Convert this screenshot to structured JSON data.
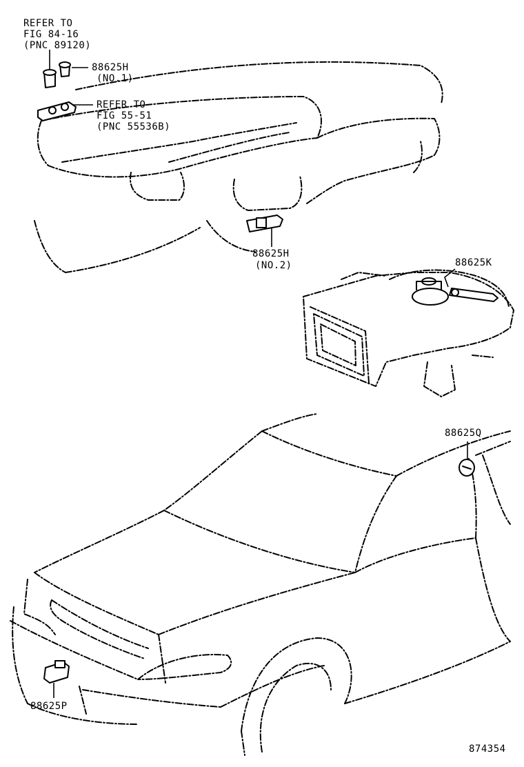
{
  "callouts": {
    "fig84": {
      "line1": "REFER TO",
      "line2": "FIG 84-16",
      "line3": "(PNC 89120)"
    },
    "sensor_no1": {
      "part": "88625H",
      "note": "(NO.1)"
    },
    "fig55": {
      "line1": "REFER TO",
      "line2": "FIG 55-51",
      "line3": "(PNC 55536B)"
    },
    "sensor_no2": {
      "part": "88625H",
      "note": "(NO.2)"
    },
    "part_k": "88625K",
    "part_q": "88625Q",
    "part_p": "88625P"
  },
  "illustration_number": "874354"
}
